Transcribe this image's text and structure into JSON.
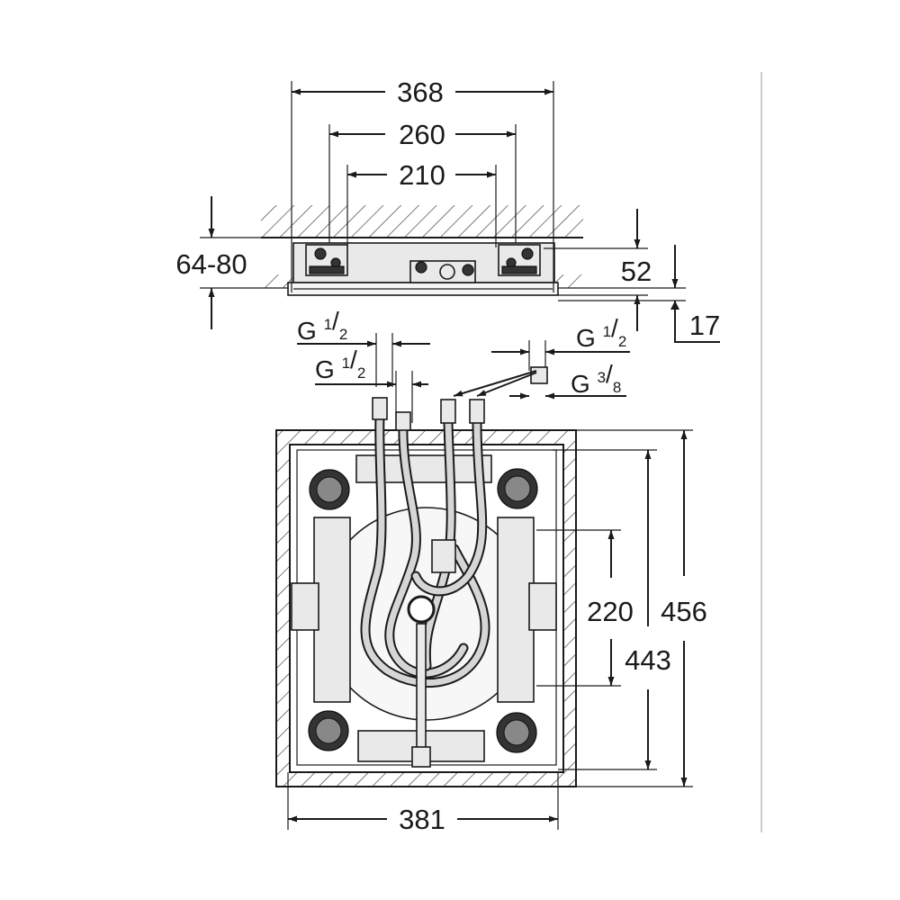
{
  "top_view": {
    "dim_overall_width": "368",
    "dim_mount_span": "260",
    "dim_inner_span": "210",
    "dim_depth_range": "64-80",
    "dim_body_height": "52",
    "dim_plate_thickness": "17"
  },
  "connections": {
    "left_upper": {
      "prefix": "G ",
      "num": "1",
      "den": "2"
    },
    "left_lower": {
      "prefix": "G ",
      "num": "1",
      "den": "2"
    },
    "right_upper": {
      "prefix": "G ",
      "num": "1",
      "den": "2"
    },
    "right_lower": {
      "prefix": "G ",
      "num": "3",
      "den": "8"
    }
  },
  "plan_view": {
    "dim_inner_height_mid": "220",
    "dim_outer_height": "456",
    "dim_inner_height": "443",
    "dim_width": "381"
  }
}
